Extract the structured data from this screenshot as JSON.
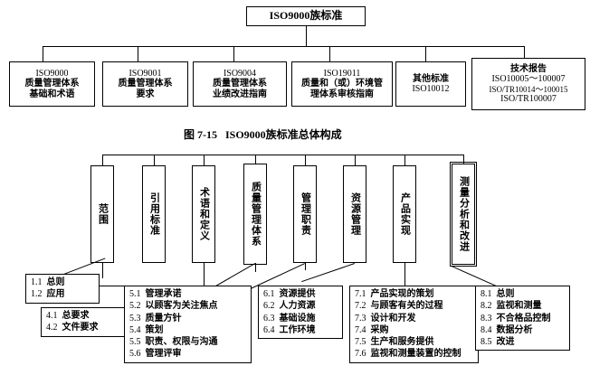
{
  "figure1": {
    "root": {
      "label": "ISO9000族标准"
    },
    "children": [
      {
        "lines": [
          "ISO9000",
          "质量管理体系",
          "基础和术语"
        ]
      },
      {
        "lines": [
          "ISO9001",
          "质量管理体系",
          "要求"
        ]
      },
      {
        "lines": [
          "ISO9004",
          "质量管理体系",
          "业绩改进指南"
        ]
      },
      {
        "lines": [
          "ISO19011",
          "质量和（或）环境管",
          "理体系审核指南"
        ]
      },
      {
        "lines": [
          "其他标准",
          "ISO10012"
        ]
      },
      {
        "lines": [
          "技术报告",
          "ISO10005～100007",
          "ISO/TR10014～100015",
          "ISO/TR100007"
        ]
      }
    ],
    "caption": {
      "number": "图 7-15",
      "text": "ISO9000族标准总体构成"
    }
  },
  "figure2": {
    "columns": [
      {
        "label": "范围"
      },
      {
        "label": "引用标准"
      },
      {
        "label": "术语和定义"
      },
      {
        "label": "质量管理体系"
      },
      {
        "label": "管理职责"
      },
      {
        "label": "资源管理"
      },
      {
        "label": "产品实现"
      },
      {
        "label": "测量分析和改进"
      }
    ],
    "details": [
      {
        "id": "clause-1",
        "items": [
          {
            "num": "1.1",
            "txt": "总则"
          },
          {
            "num": "1.2",
            "txt": "应用"
          }
        ]
      },
      {
        "id": "clause-4",
        "items": [
          {
            "num": "4.1",
            "txt": "总要求"
          },
          {
            "num": "4.2",
            "txt": "文件要求"
          }
        ]
      },
      {
        "id": "clause-5",
        "items": [
          {
            "num": "5.1",
            "txt": "管理承诺"
          },
          {
            "num": "5.2",
            "txt": "以顾客为关注焦点"
          },
          {
            "num": "5.3",
            "txt": "质量方针"
          },
          {
            "num": "5.4",
            "txt": "策划"
          },
          {
            "num": "5.5",
            "txt": "职责、权限与沟通"
          },
          {
            "num": "5.6",
            "txt": "管理评审"
          }
        ]
      },
      {
        "id": "clause-6",
        "items": [
          {
            "num": "6.1",
            "txt": "资源提供"
          },
          {
            "num": "6.2",
            "txt": "人力资源"
          },
          {
            "num": "6.3",
            "txt": "基础设施"
          },
          {
            "num": "6.4",
            "txt": "工作环境"
          }
        ]
      },
      {
        "id": "clause-7",
        "items": [
          {
            "num": "7.1",
            "txt": "产品实现的策划"
          },
          {
            "num": "7.2",
            "txt": "与顾客有关的过程"
          },
          {
            "num": "7.3",
            "txt": "设计和开发"
          },
          {
            "num": "7.4",
            "txt": "采购"
          },
          {
            "num": "7.5",
            "txt": "生产和服务提供"
          },
          {
            "num": "7.6",
            "txt": "监视和测量装置的控制"
          }
        ]
      },
      {
        "id": "clause-8",
        "items": [
          {
            "num": "8.1",
            "txt": "总则"
          },
          {
            "num": "8.2",
            "txt": "监视和测量"
          },
          {
            "num": "8.3",
            "txt": "不合格品控制"
          },
          {
            "num": "8.4",
            "txt": "数据分析"
          },
          {
            "num": "8.5",
            "txt": "改进"
          }
        ]
      }
    ]
  }
}
